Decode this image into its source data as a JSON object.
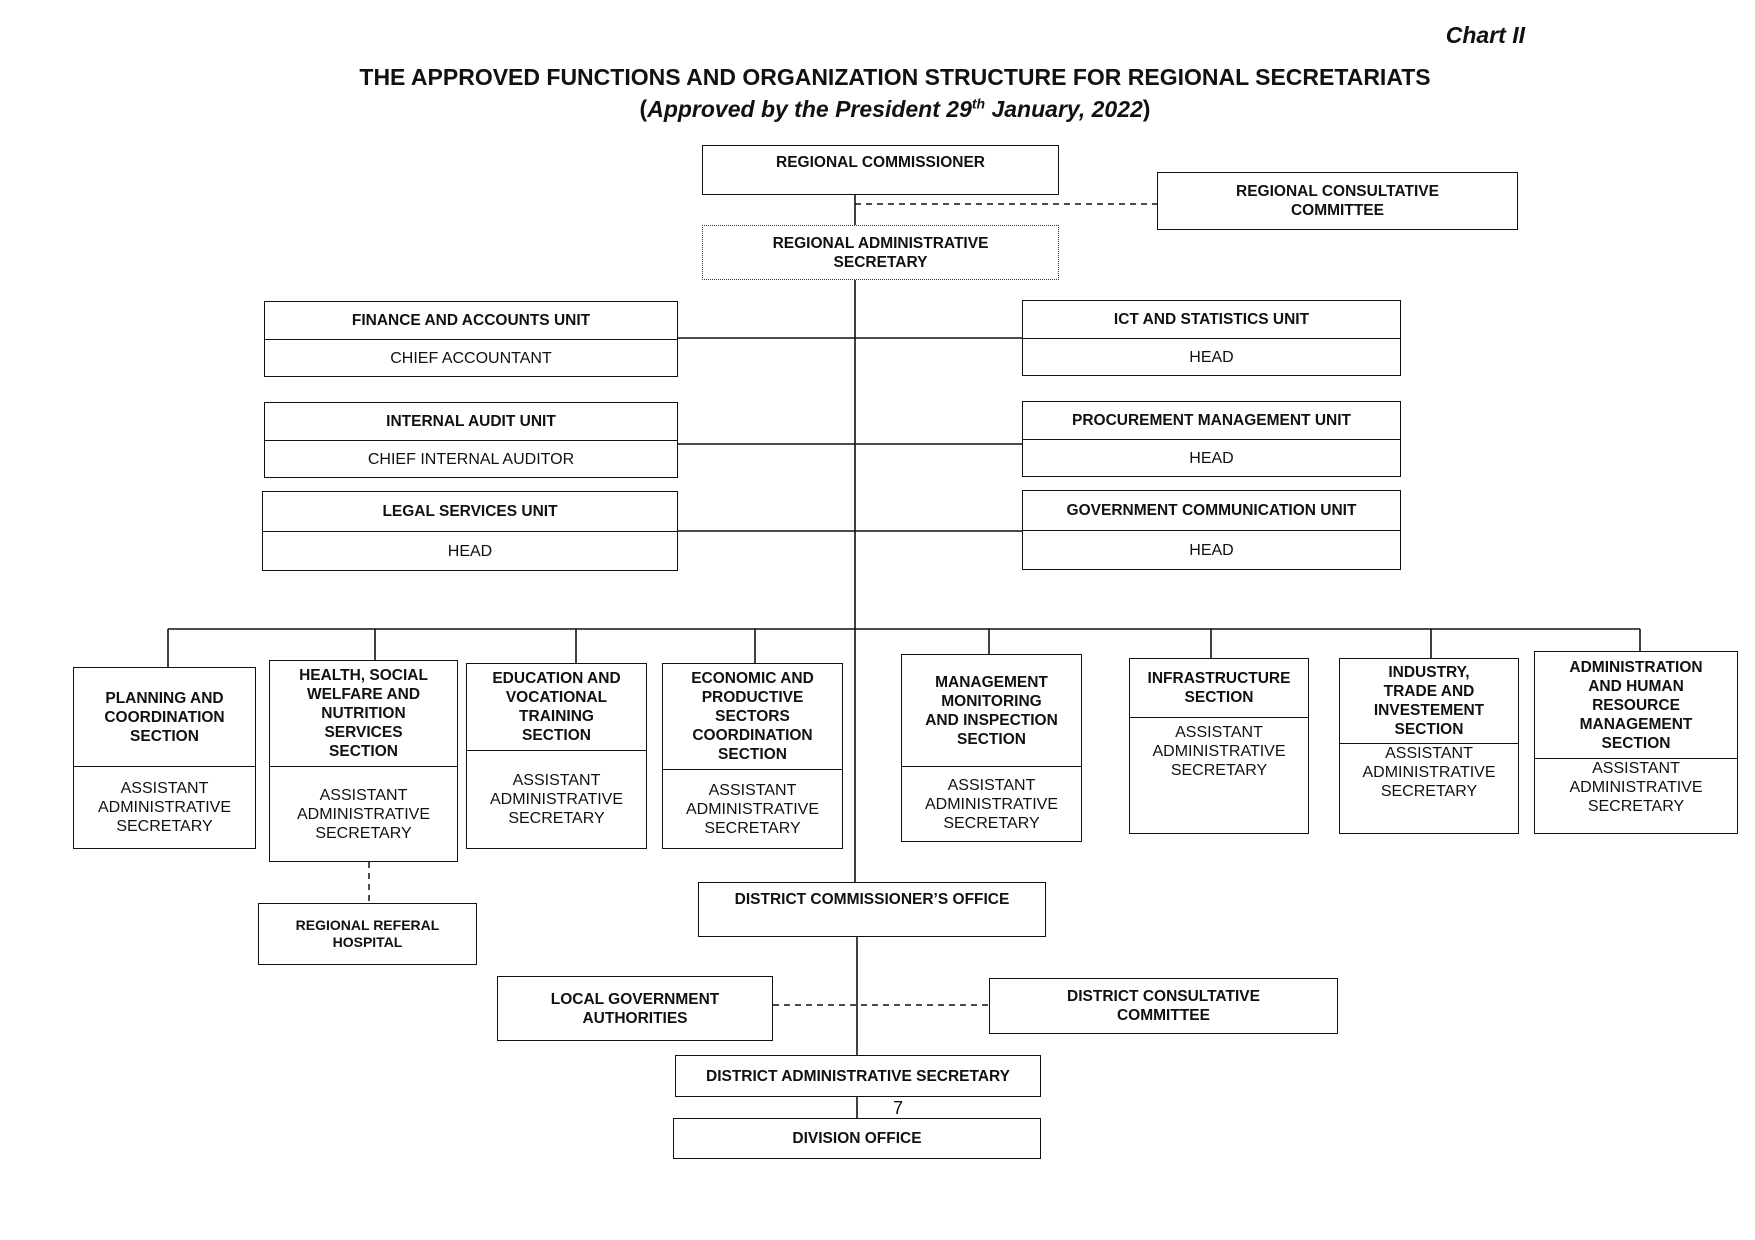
{
  "header": {
    "chart_tag": "Chart II",
    "title": "THE APPROVED FUNCTIONS AND ORGANIZATION STRUCTURE FOR REGIONAL SECRETARIATS",
    "subtitle_open": "(",
    "subtitle_main": "Approved by the President 29",
    "subtitle_sup": "th",
    "subtitle_rest": " January, 2022",
    "subtitle_close": ")"
  },
  "top": {
    "regional_commissioner": "REGIONAL COMMISSIONER",
    "regional_consultative_committee": "REGIONAL CONSULTATIVE\nCOMMITTEE",
    "regional_administrative_secretary": "REGIONAL ADMINISTRATIVE\nSECRETARY"
  },
  "units_left": [
    {
      "name": "FINANCE AND ACCOUNTS UNIT",
      "head": "CHIEF ACCOUNTANT"
    },
    {
      "name": "INTERNAL AUDIT UNIT",
      "head": "CHIEF INTERNAL AUDITOR"
    },
    {
      "name": "LEGAL SERVICES UNIT",
      "head": "HEAD"
    }
  ],
  "units_right": [
    {
      "name": "ICT AND STATISTICS UNIT",
      "head": "HEAD"
    },
    {
      "name": "PROCUREMENT MANAGEMENT UNIT",
      "head": "HEAD"
    },
    {
      "name": "GOVERNMENT COMMUNICATION UNIT",
      "head": "HEAD"
    }
  ],
  "sections": [
    {
      "name": "PLANNING AND\nCOORDINATION\nSECTION",
      "head": "ASSISTANT\nADMINISTRATIVE\nSECRETARY"
    },
    {
      "name": "HEALTH, SOCIAL\nWELFARE AND\nNUTRITION\nSERVICES\nSECTION",
      "head": "ASSISTANT\nADMINISTRATIVE\nSECRETARY"
    },
    {
      "name": "EDUCATION AND\nVOCATIONAL\nTRAINING\nSECTION",
      "head": "ASSISTANT\nADMINISTRATIVE\nSECRETARY"
    },
    {
      "name": "ECONOMIC AND\nPRODUCTIVE\nSECTORS\nCOORDINATION\nSECTION",
      "head": "ASSISTANT\nADMINISTRATIVE\nSECRETARY"
    },
    {
      "name": "MANAGEMENT\nMONITORING\nAND INSPECTION\nSECTION",
      "head": "ASSISTANT\nADMINISTRATIVE\nSECRETARY"
    },
    {
      "name": "INFRASTRUCTURE\nSECTION",
      "head": "ASSISTANT\nADMINISTRATIVE\nSECRETARY"
    },
    {
      "name": "INDUSTRY,\nTRADE AND\nINVESTEMENT\nSECTION",
      "head": "ASSISTANT\nADMINISTRATIVE\nSECRETARY"
    },
    {
      "name": "ADMINISTRATION\nAND HUMAN\nRESOURCE\nMANAGEMENT\nSECTION",
      "head": "ASSISTANT\nADMINISTRATIVE\nSECRETARY"
    }
  ],
  "bottom": {
    "regional_referal_hospital": "REGIONAL REFERAL\nHOSPITAL",
    "district_commissioners_office": "DISTRICT COMMISSIONER’S OFFICE",
    "local_government_authorities": "LOCAL GOVERNMENT\nAUTHORITIES",
    "district_consultative_committee": "DISTRICT CONSULTATIVE\nCOMMITTEE",
    "district_administrative_secretary": "DISTRICT ADMINISTRATIVE SECRETARY",
    "division_office": "DIVISION OFFICE"
  },
  "footer": {
    "page_number": "7"
  }
}
